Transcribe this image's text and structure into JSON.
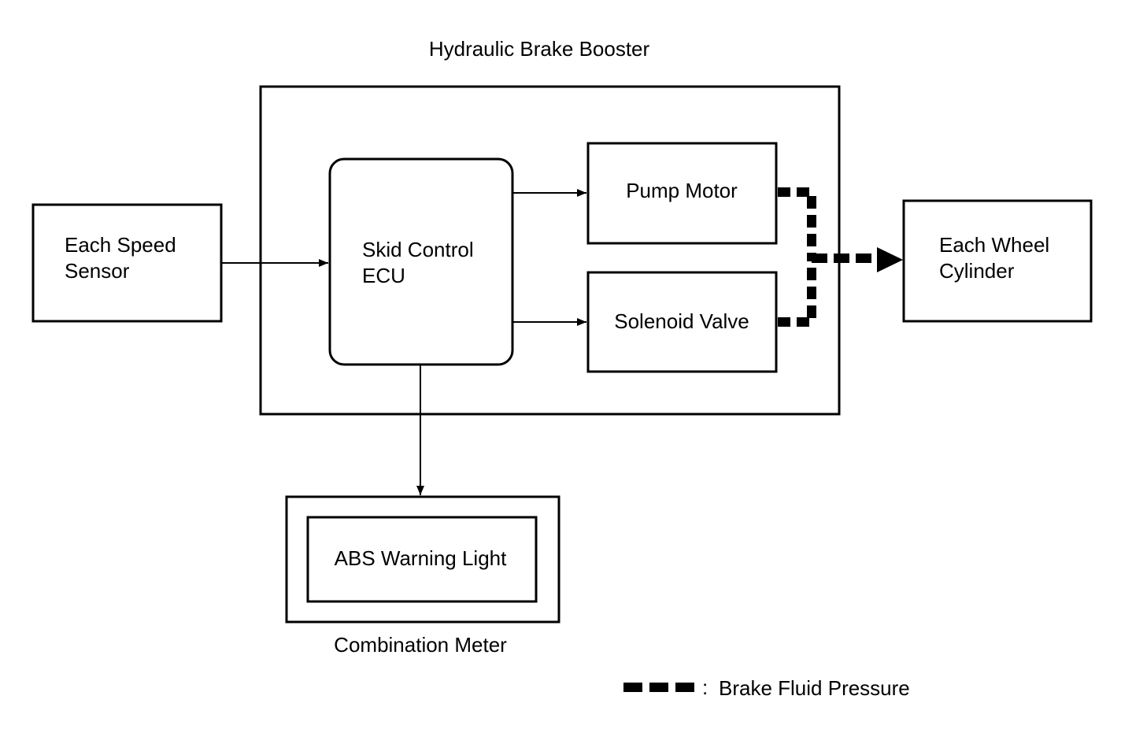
{
  "colors": {
    "line": "#000000",
    "background": "#ffffff"
  },
  "diagram": {
    "booster_label": "Hydraulic Brake Booster",
    "speed_sensor": {
      "line1": "Each Speed",
      "line2": "Sensor"
    },
    "ecu": {
      "line1": "Skid Control",
      "line2": "ECU"
    },
    "pump_motor": "Pump Motor",
    "solenoid_valve": "Solenoid Valve",
    "wheel_cylinder": {
      "line1": "Each Wheel",
      "line2": "Cylinder"
    },
    "abs_warning_light": "ABS Warning Light",
    "combination_meter": "Combination Meter",
    "legend": {
      "separator": ":",
      "label": "Brake Fluid Pressure"
    }
  }
}
